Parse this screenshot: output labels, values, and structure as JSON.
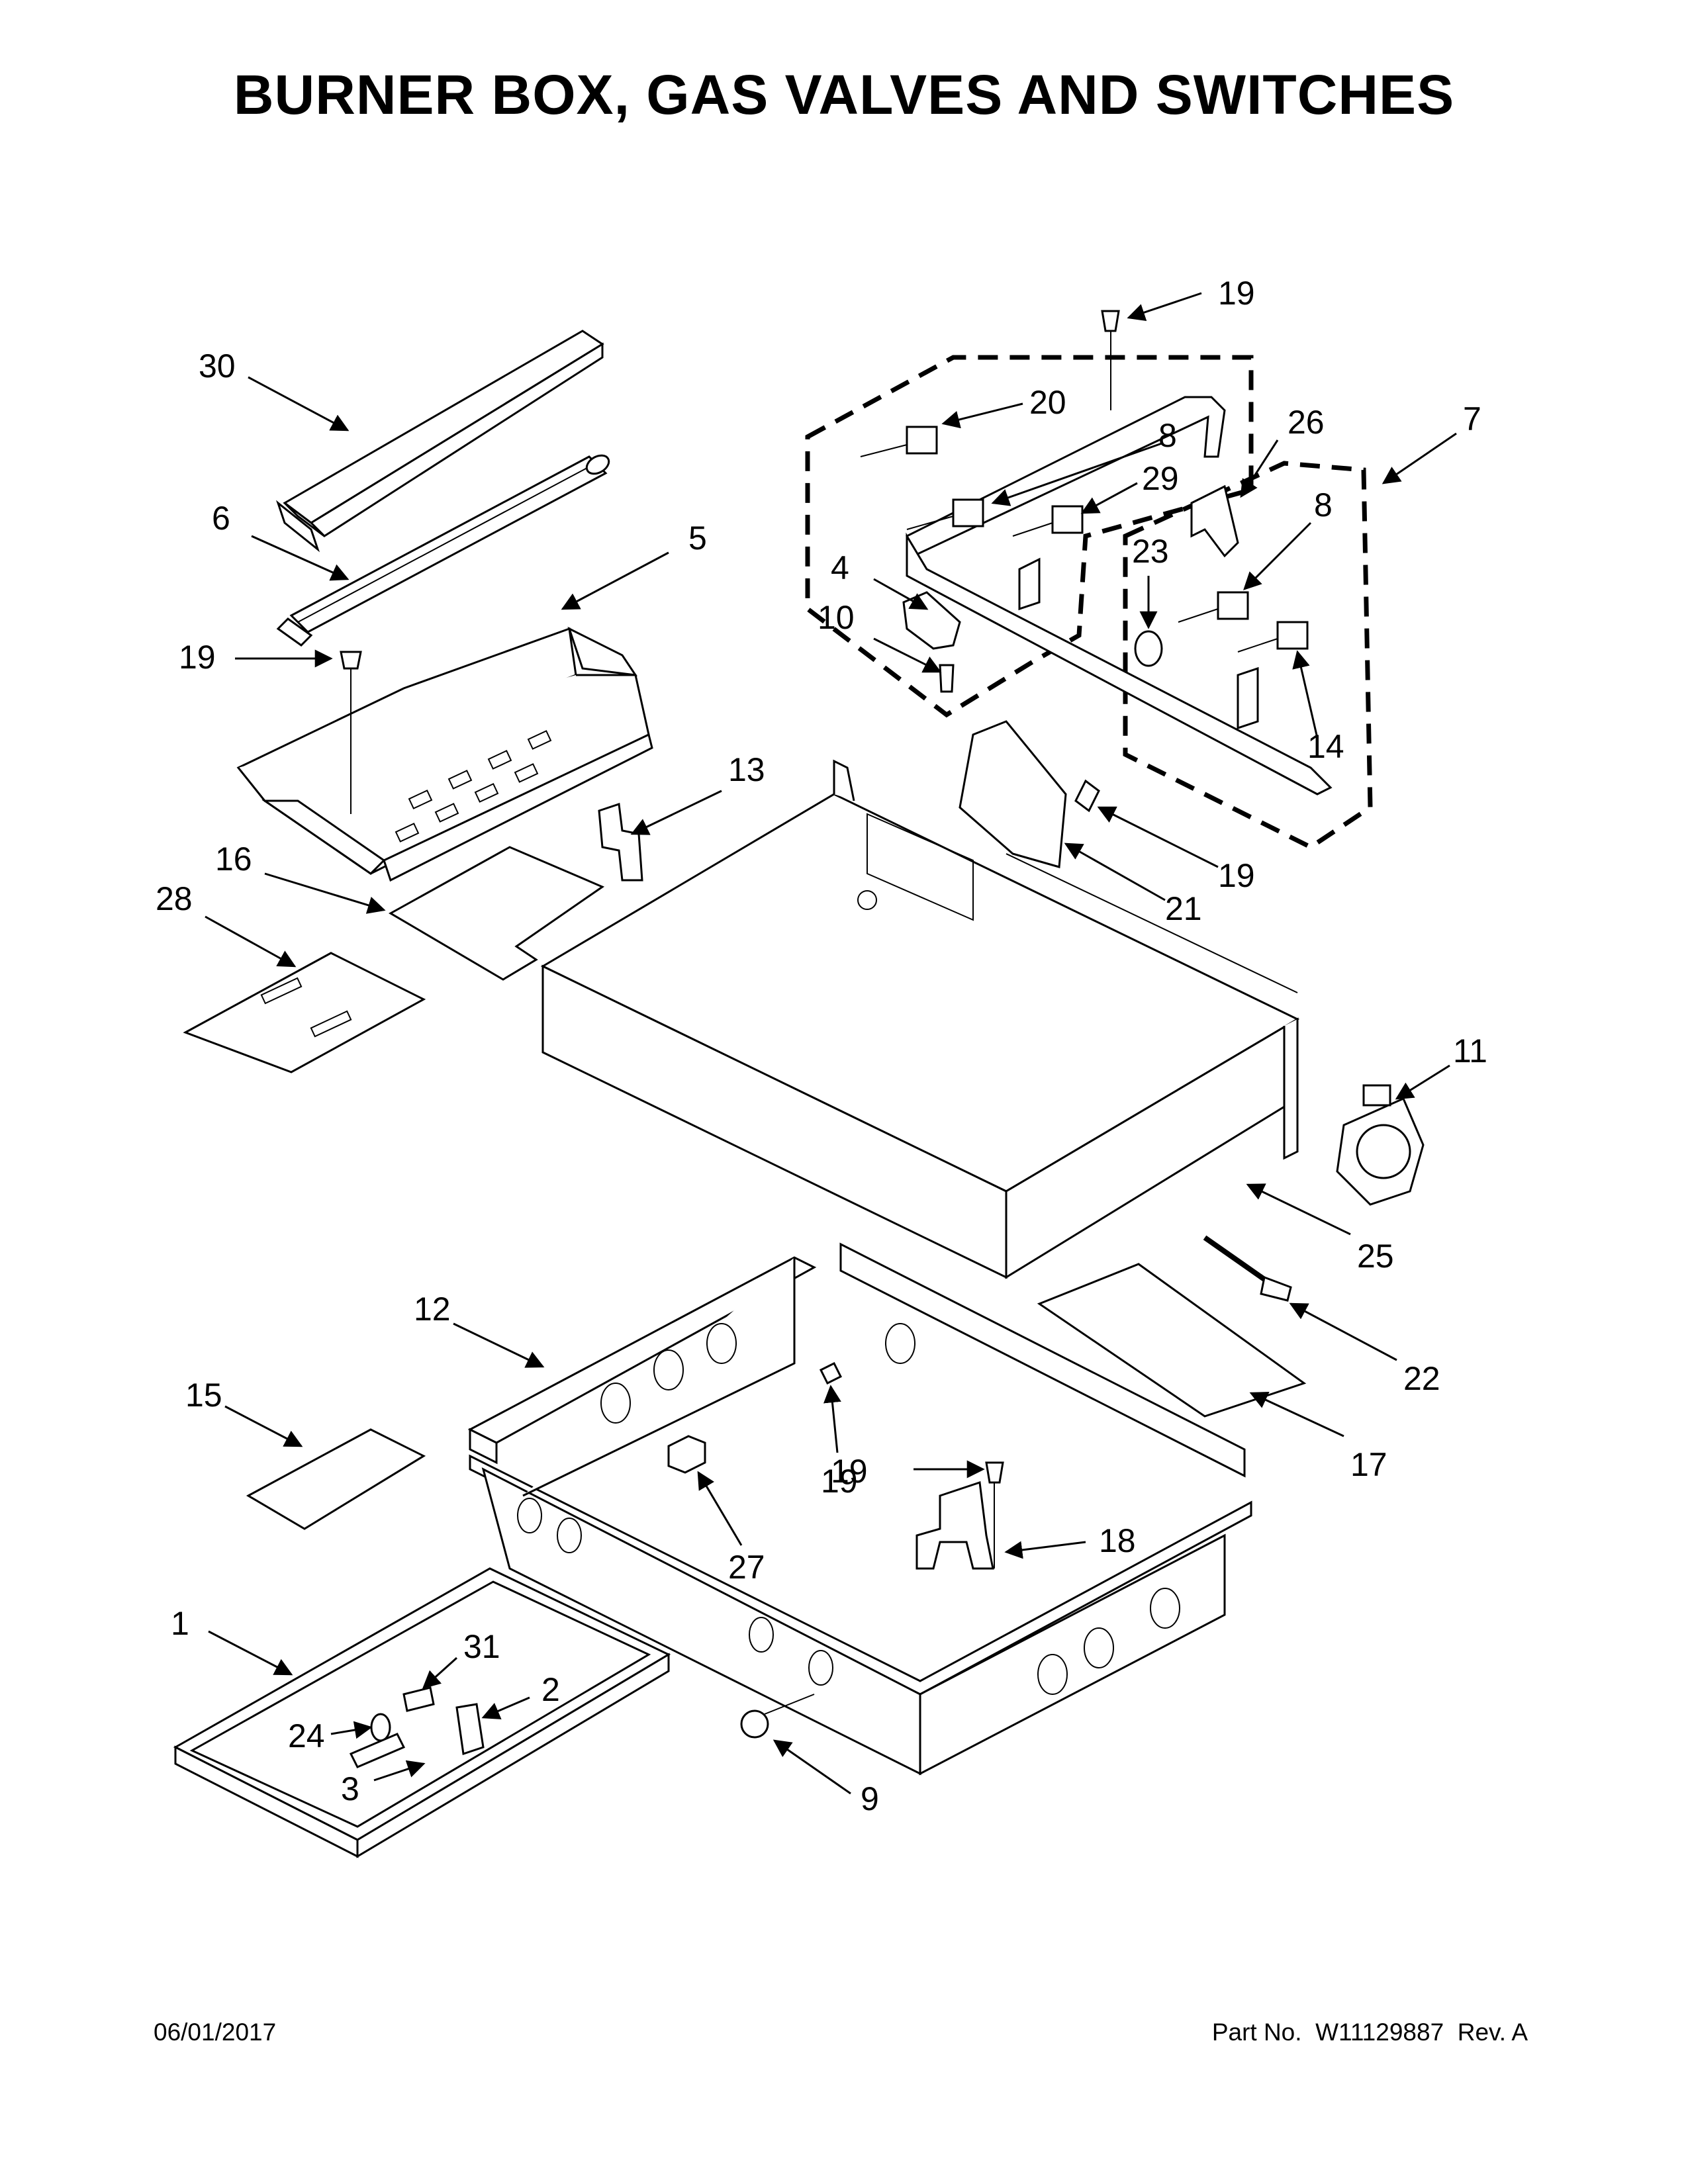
{
  "title": "BURNER BOX, GAS VALVES AND SWITCHES",
  "footer": {
    "date": "06/01/2017",
    "part_label": "Part No.",
    "part_number": "W11129887",
    "rev_label": "Rev.",
    "rev": "A"
  },
  "callouts": [
    "19",
    "20",
    "8",
    "26",
    "7",
    "29",
    "8",
    "23",
    "4",
    "10",
    "14",
    "19",
    "21",
    "30",
    "6",
    "5",
    "19",
    "13",
    "16",
    "28",
    "11",
    "25",
    "22",
    "17",
    "12",
    "15",
    "19",
    "27",
    "19",
    "18",
    "1",
    "31",
    "2",
    "24",
    "3",
    "9"
  ]
}
